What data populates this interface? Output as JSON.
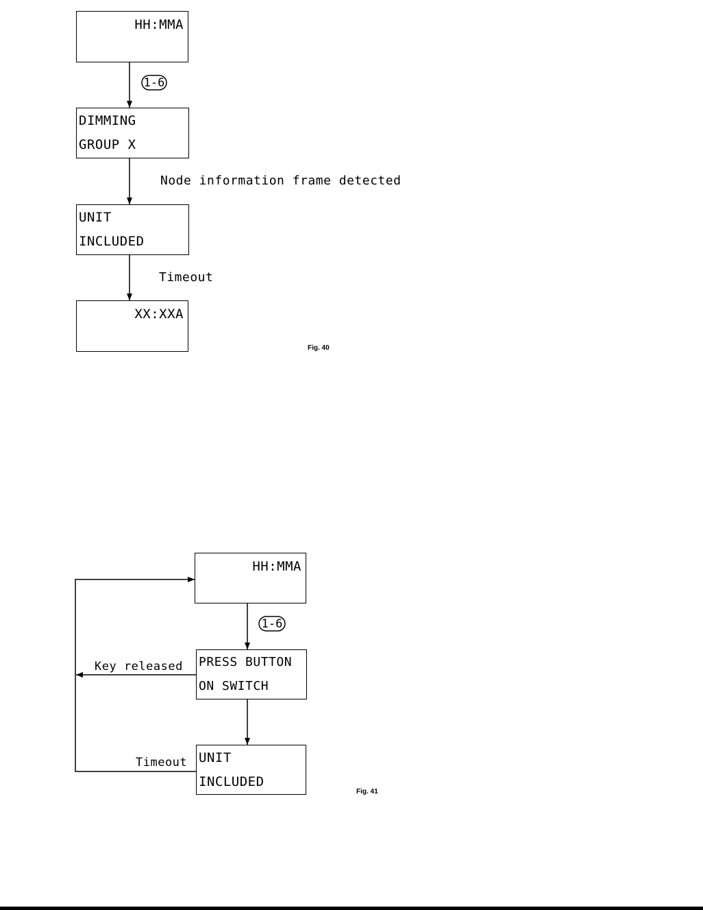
{
  "figure40": {
    "box_clock": {
      "line1": "HH:MMA",
      "line2": ""
    },
    "badge": "1-6",
    "box_dimming": {
      "line1": "DIMMING",
      "line2": "GROUP X"
    },
    "label_node_info": "Node information frame detected",
    "box_unit": {
      "line1": "UNIT",
      "line2": "INCLUDED"
    },
    "label_timeout": "Timeout",
    "box_result": {
      "line1": "XX:XXA",
      "line2": ""
    },
    "caption": "Fig. 40"
  },
  "figure41": {
    "box_clock": {
      "line1": "HH:MMA",
      "line2": ""
    },
    "badge": "1-6",
    "box_press": {
      "line1": "PRESS BUTTON",
      "line2": "ON SWITCH"
    },
    "label_key_released": "Key released",
    "box_unit": {
      "line1": "UNIT",
      "line2": "INCLUDED"
    },
    "label_timeout": "Timeout",
    "caption": "Fig. 41"
  }
}
